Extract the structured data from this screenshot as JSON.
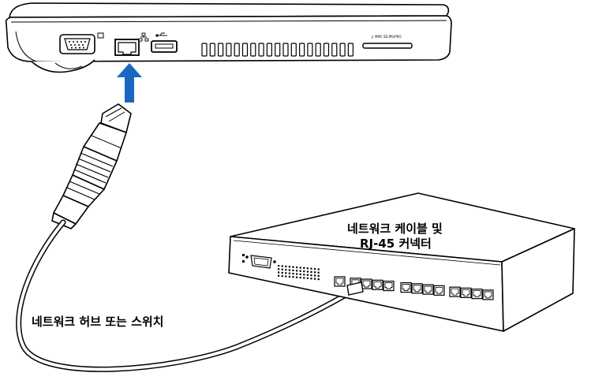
{
  "labels": {
    "cable_connector_line1": "네트워크 케이블 및",
    "cable_connector_line2": "RJ-45 커넥터",
    "hub_switch": "네트워크 허브 또는 스위치"
  },
  "laptop": {
    "card_slot_label": "MMC.SD.MS/PRO"
  },
  "colors": {
    "arrow": "#1a67c2",
    "line": "#000000",
    "background": "#ffffff"
  },
  "icons": [
    "vga-port-icon",
    "monitor-icon",
    "ethernet-port-icon",
    "network-icon",
    "usb-port-icon",
    "usb-icon",
    "up-arrow-icon",
    "rj45-connector-icon",
    "network-switch-icon"
  ]
}
